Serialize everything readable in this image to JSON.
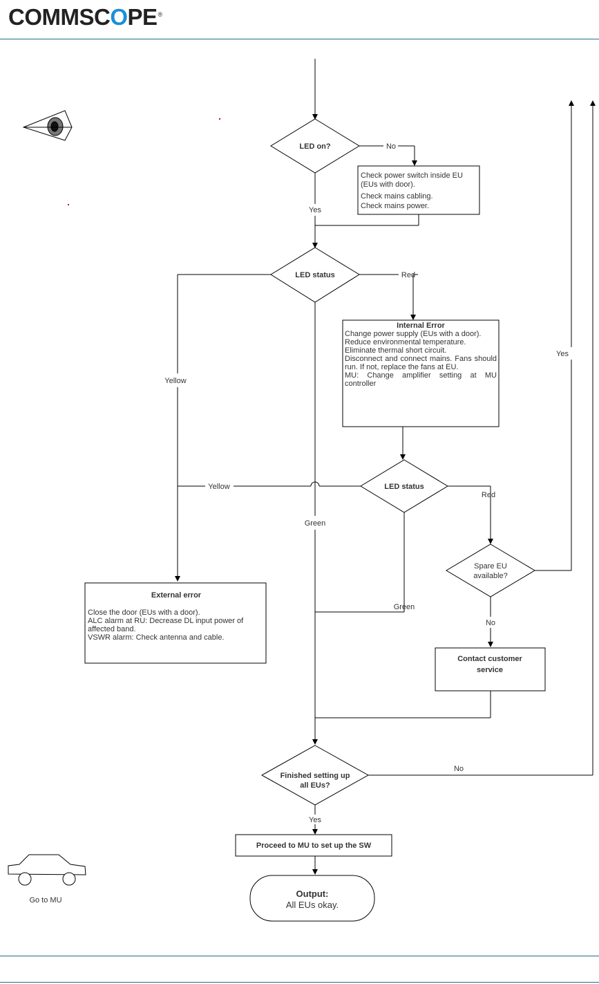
{
  "header": {
    "logo_before": "COMMSC",
    "logo_o": "O",
    "logo_after": "PE",
    "logo_mark": "®"
  },
  "flow": {
    "decision_led_on": "LED on?",
    "branch_no_1": "No",
    "check_power": [
      "Check power switch inside EU",
      "(EUs with door).",
      "Check mains cabling.",
      "Check mains power."
    ],
    "branch_yes_1": "Yes",
    "decision_led_status_1": "LED status",
    "branch_red_1": "Red",
    "branch_yellow_1": "Yellow",
    "internal_error_title": "Internal Error",
    "internal_error_lines": [
      "Change power supply (EUs with a door).",
      "Reduce environmental temperature.",
      "Eliminate thermal short circuit.",
      "Disconnect and connect mains. Fans should run. If not, replace the fans at EU.",
      "MU: Change amplifier setting at MU controller"
    ],
    "branch_yes_right": "Yes",
    "decision_led_status_2": "LED status",
    "branch_yellow_2": "Yellow",
    "branch_red_2": "Red",
    "branch_green_1": "Green",
    "decision_spare_eu": [
      "Spare EU",
      "available?"
    ],
    "external_error_title": "External error",
    "external_error_lines": [
      "Close the door (EUs with a door).",
      "ALC alarm at RU: Decrease DL input power of affected band.",
      "VSWR alarm: Check antenna and cable."
    ],
    "branch_green_2": "Green",
    "branch_no_2": "No",
    "contact_service": [
      "Contact customer",
      "service"
    ],
    "decision_finished": [
      "Finished setting up",
      "all EUs?"
    ],
    "branch_no_3": "No",
    "branch_yes_3": "Yes",
    "proceed_mu": "Proceed to MU to set up the SW",
    "output_title": "Output:",
    "output_text": "All EUs okay.",
    "go_to_mu": "Go to MU"
  }
}
